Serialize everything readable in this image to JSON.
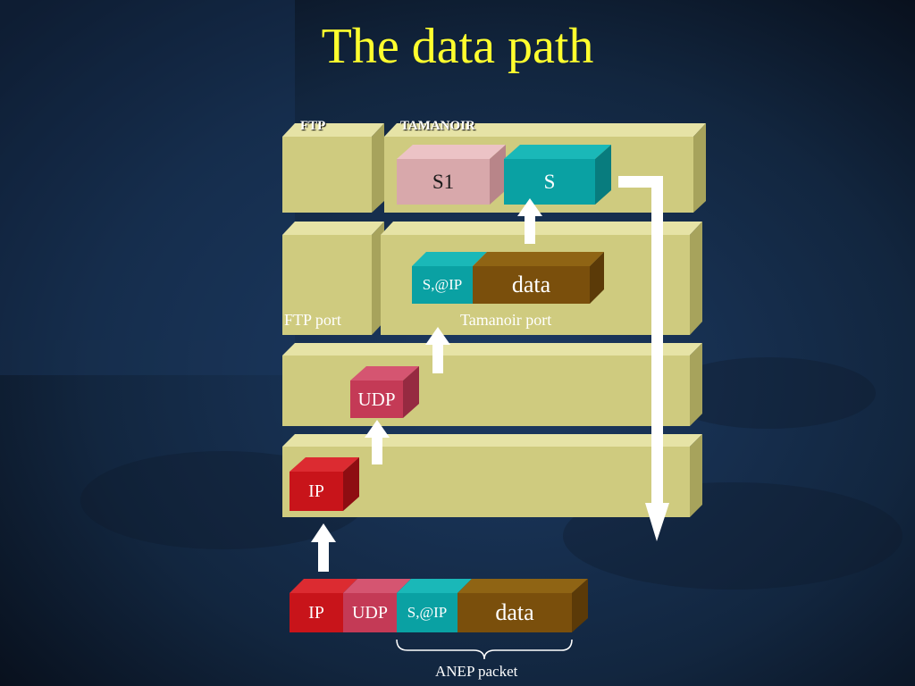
{
  "slide": {
    "title": "The data path"
  },
  "layers": {
    "app_ftp_label": "FTP",
    "app_tamanoir_label": "TAMANOIR",
    "ftp_port_label": "FTP port",
    "tamanoir_port_label": "Tamanoir port"
  },
  "blocks": {
    "s1": "S1",
    "s": "S",
    "sip_upper": "S,@IP",
    "data_upper": "data",
    "udp_mid": "UDP",
    "ip_low": "IP"
  },
  "packet": {
    "ip": "IP",
    "udp": "UDP",
    "sip": "S,@IP",
    "data": "data",
    "brace_label": "ANEP packet"
  },
  "colors": {
    "title": "#ffff2e",
    "layer_face": "#cfcb7f",
    "s1_block": "#d8a8ab",
    "s_block": "#0aa1a3",
    "data_block": "#7a4f0c",
    "udp_block": "#c43a56",
    "ip_block": "#c8141a",
    "arrow": "#ffffff"
  }
}
